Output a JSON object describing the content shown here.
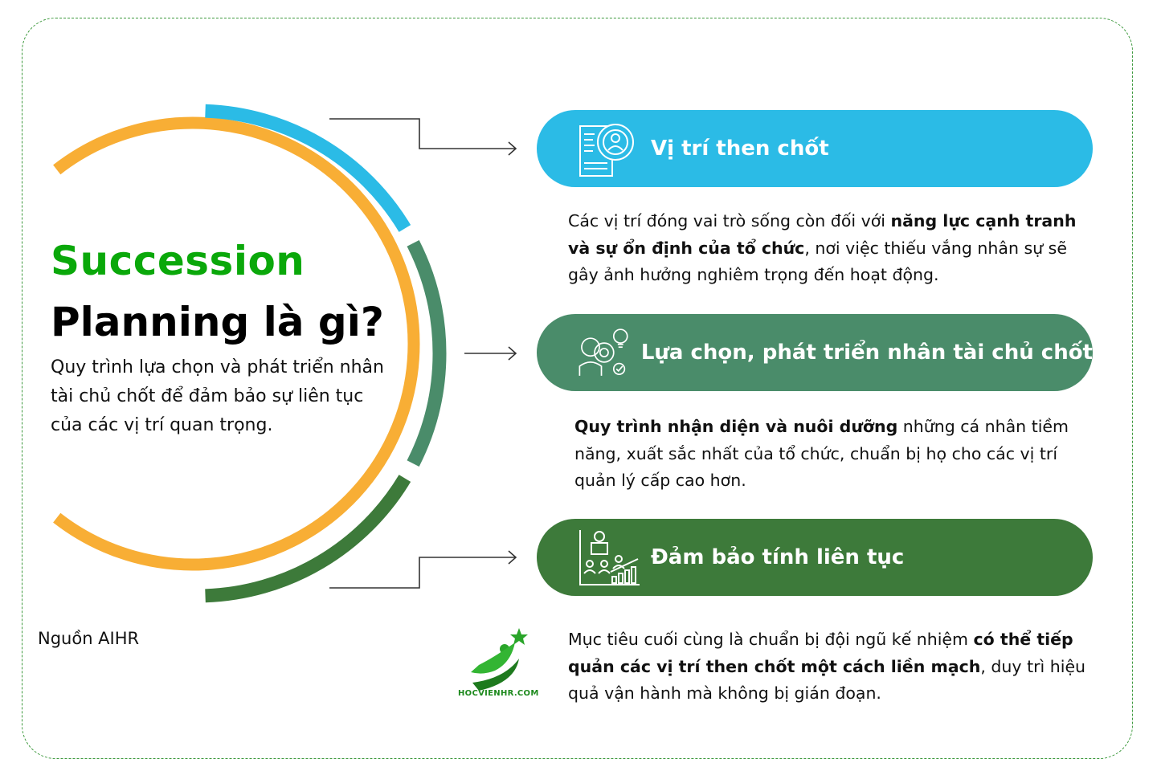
{
  "heading": {
    "line1": "Succession",
    "line2": "Planning là gì?",
    "description": "Quy trình lựa chọn và phát triển nhân tài chủ chốt để đảm bảo sự liên tục của các vị trí quan trọng."
  },
  "source": "Nguồn AIHR",
  "colors": {
    "blue": "#2bbbe6",
    "mid_green": "#4a8c6a",
    "dark_green": "#3d7a3a",
    "orange": "#f8ae35",
    "title_green": "#0aa80a"
  },
  "items": [
    {
      "label": "Vị trí then chốt",
      "icon": "gear-profile-document-icon",
      "text": [
        {
          "t": "Các vị trí đóng vai trò sống còn đối với ",
          "b": false
        },
        {
          "t": "năng lực cạnh tranh và sự ổn định của tổ chức",
          "b": true
        },
        {
          "t": ", nơi việc thiếu vắng nhân sự sẽ gây ảnh hưởng nghiêm trọng đến hoạt động.",
          "b": false
        }
      ]
    },
    {
      "label": "Lựa chọn, phát triển nhân tài chủ chốt",
      "icon": "talent-lightbulb-icon",
      "text": [
        {
          "t": "Quy trình nhận diện và nuôi dưỡng",
          "b": true
        },
        {
          "t": " những cá nhân tiềm năng, xuất sắc nhất của tổ chức, chuẩn bị họ cho các vị trí quản lý cấp cao hơn.",
          "b": false
        }
      ]
    },
    {
      "label": "Đảm bảo tính liên tục",
      "icon": "team-growth-chart-icon",
      "text": [
        {
          "t": "Mục tiêu cuối cùng là chuẩn bị đội ngũ kế nhiệm ",
          "b": false
        },
        {
          "t": "có thể tiếp quản các vị trí then chốt một cách liền mạch",
          "b": true
        },
        {
          "t": ", duy trì hiệu quả vận hành mà không bị gián đoạn.",
          "b": false
        }
      ]
    }
  ],
  "logo": {
    "text": "HOCVIENHR.COM"
  }
}
